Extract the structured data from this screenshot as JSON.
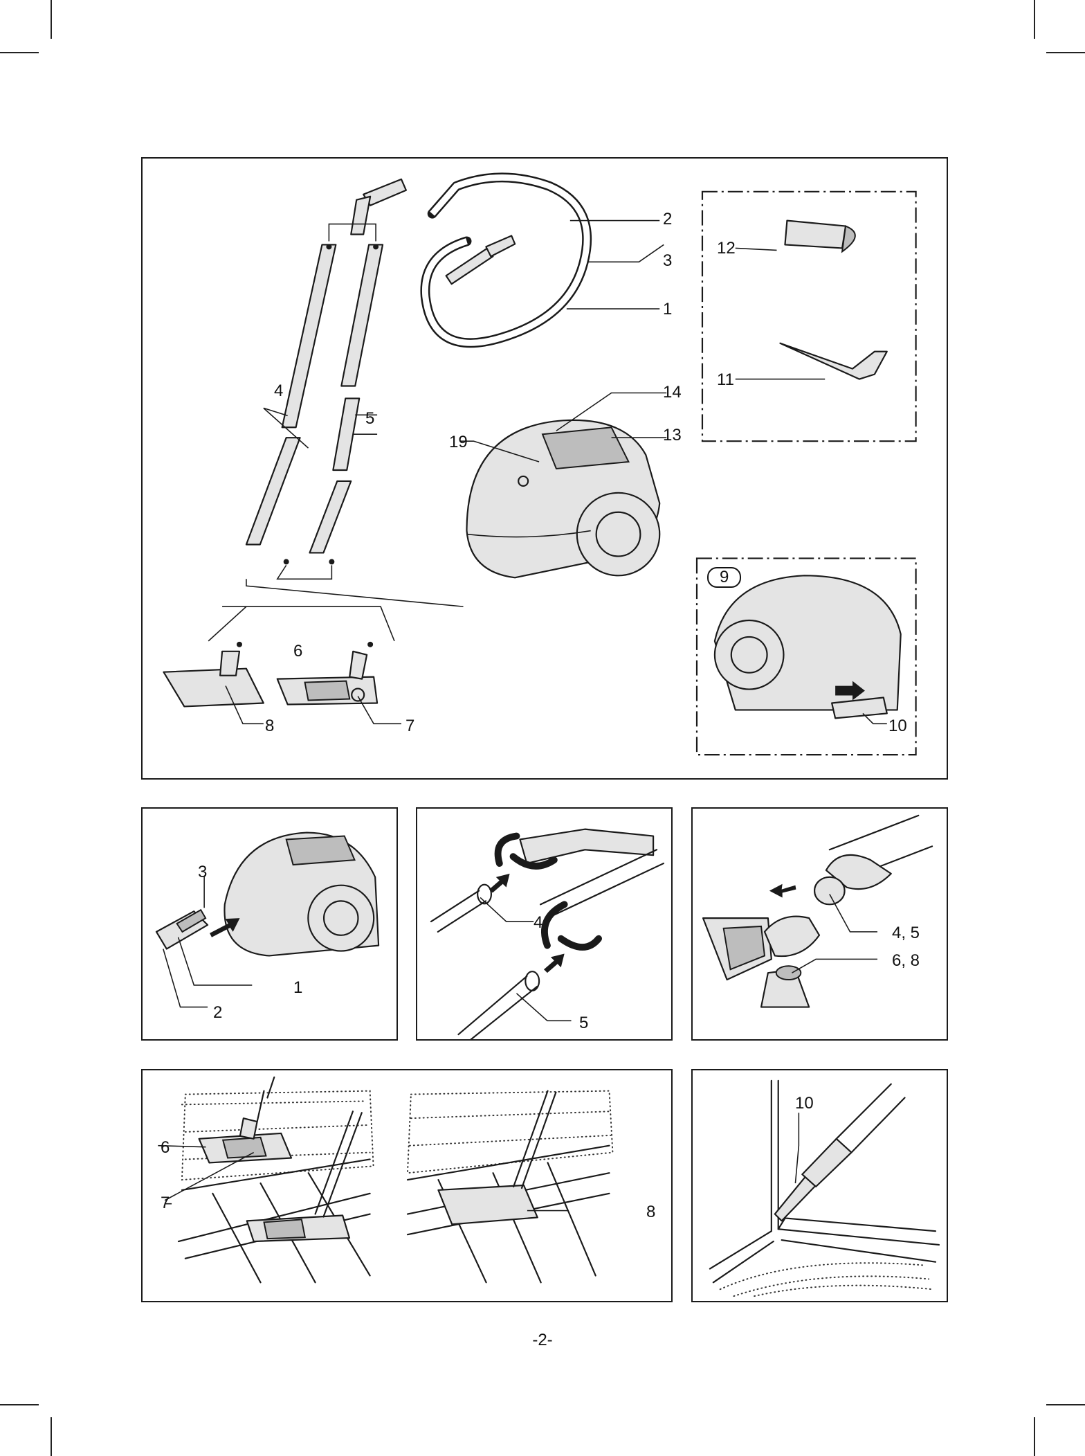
{
  "parts_diagram": {
    "callouts": {
      "c1": "1",
      "c2": "2",
      "c3": "3",
      "c4": "4",
      "c5": "5",
      "c6": "6",
      "c7": "7",
      "c8": "8",
      "c9": "9",
      "c10": "10",
      "c11": "11",
      "c12": "12",
      "c13": "13",
      "c14": "14",
      "c19": "19"
    }
  },
  "step_hose": {
    "callouts": {
      "c3": "3",
      "c1": "1",
      "c2": "2"
    }
  },
  "step_tubes": {
    "callouts": {
      "c4": "4",
      "c5": "5"
    }
  },
  "step_nozzle": {
    "callouts": {
      "c45": "4, 5",
      "c68": "6, 8"
    }
  },
  "step_floor": {
    "callouts": {
      "c6": "6",
      "c7": "7",
      "c8": "8"
    }
  },
  "step_crevice": {
    "callouts": {
      "c10": "10"
    }
  },
  "footer": {
    "page_number": "-2-"
  }
}
